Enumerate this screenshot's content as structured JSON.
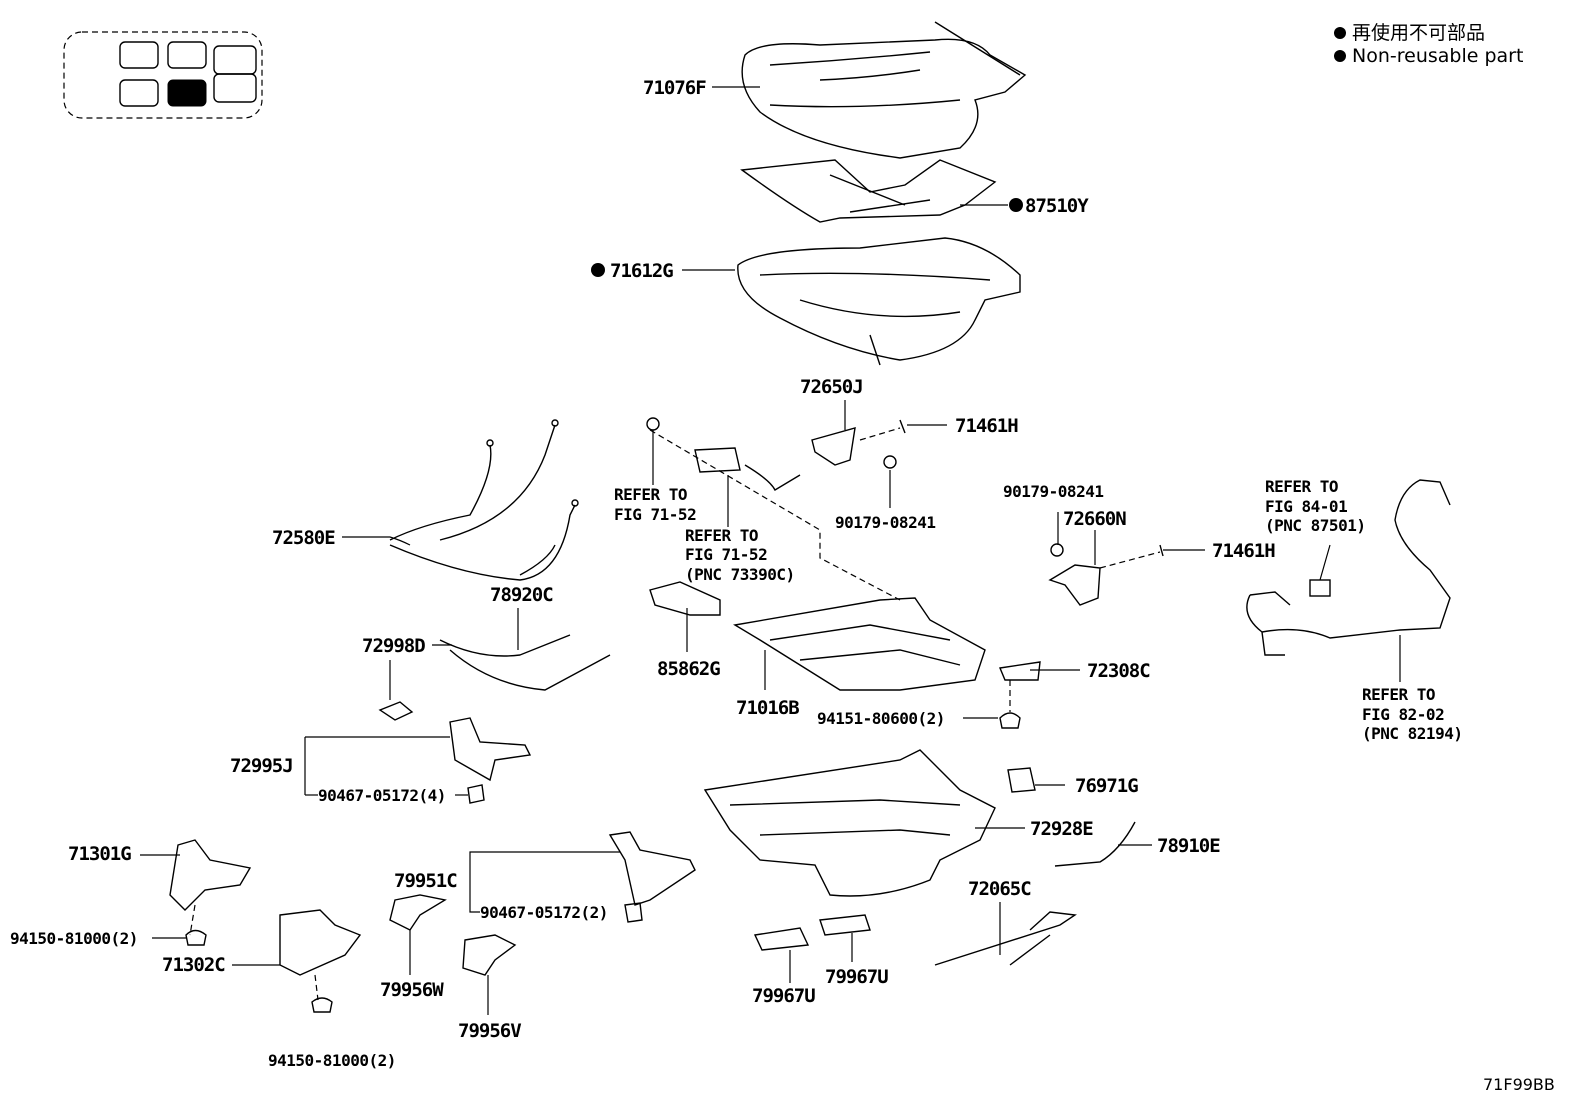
{
  "legend": {
    "line1": "再使用不可部品",
    "line2": "Non-reusable part"
  },
  "figure_code": "71F99BB",
  "parts": {
    "p71076F": "71076F",
    "p87510Y": "87510Y",
    "p71612G": "71612G",
    "p72650J": "72650J",
    "p71461H_a": "71461H",
    "p90179_08241_a": "90179-08241",
    "p90179_08241_b": "90179-08241",
    "p72660N": "72660N",
    "p71461H_b": "71461H",
    "p72580E": "72580E",
    "p78920C": "78920C",
    "p72998D": "72998D",
    "p85862G": "85862G",
    "p71016B": "71016B",
    "p72308C": "72308C",
    "p94151_80600": "94151-80600(2)",
    "p72995J": "72995J",
    "p90467_05172_4": "90467-05172(4)",
    "p76971G": "76971G",
    "p72928E": "72928E",
    "p78910E": "78910E",
    "p71301G": "71301G",
    "p94150_81000_a": "94150-81000(2)",
    "p71302C": "71302C",
    "p94150_81000_b": "94150-81000(2)",
    "p79951C": "79951C",
    "p90467_05172_2": "90467-05172(2)",
    "p79956W": "79956W",
    "p79956V": "79956V",
    "p79967U_a": "79967U",
    "p79967U_b": "79967U",
    "p72065C": "72065C"
  },
  "references": {
    "ref1": {
      "line1": "REFER TO",
      "line2": "FIG 71-52"
    },
    "ref2": {
      "line1": "REFER TO",
      "line2": "FIG 71-52",
      "line3": "(PNC 73390C)"
    },
    "ref3": {
      "line1": "REFER TO",
      "line2": "FIG 84-01",
      "line3": "(PNC 87501)"
    },
    "ref4": {
      "line1": "REFER TO",
      "line2": "FIG 82-02",
      "line3": "(PNC 82194)"
    }
  }
}
